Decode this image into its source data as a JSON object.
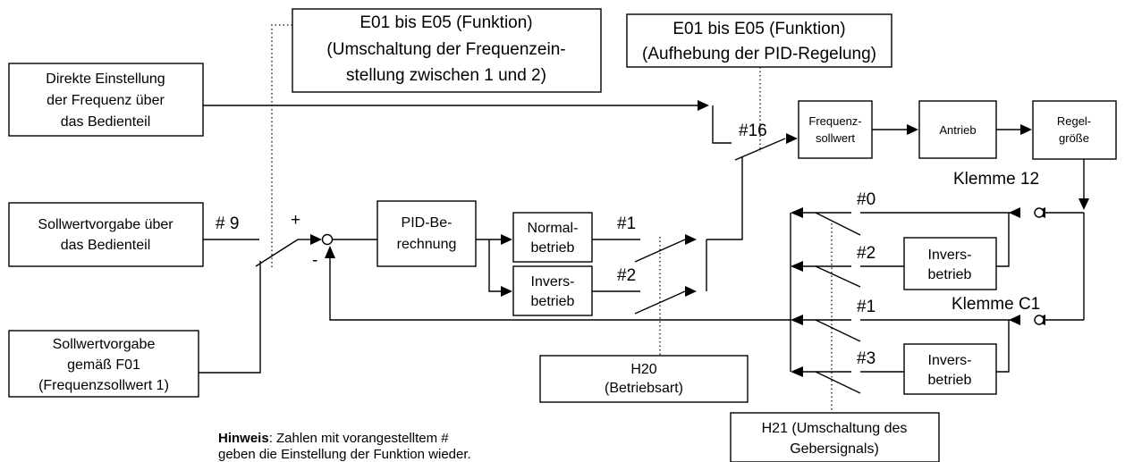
{
  "boxes": {
    "e01_switch_title": "E01 bis E05 (Funktion)",
    "e01_switch_line1": "(Umschaltung der Frequenzein-",
    "e01_switch_line2": "stellung zwischen 1 und 2)",
    "e01_pid_title": "E01 bis E05 (Funktion)",
    "e01_pid_line1": "(Aufhebung der PID-Regelung)",
    "direct_line1": "Direkte Einstellung",
    "direct_line2": "der  Frequenz über",
    "direct_line3": "das Bedienteil",
    "setpoint_line1": "Sollwertvorgabe über",
    "setpoint_line2": "das Bedienteil",
    "f01_line1": "Sollwertvorgabe",
    "f01_line2": "gemäß F01",
    "f01_line3": "(Frequenzsollwert 1)",
    "pid_line1": "PID-Be-",
    "pid_line2": "rechnung",
    "normal_line1": "Normal-",
    "normal_line2": "betrieb",
    "inverse_mode_line1": "Invers-",
    "inverse_mode_line2": "betrieb",
    "freq_line1": "Frequenz-",
    "freq_line2": "sollwert",
    "drive": "Antrieb",
    "controlled_line1": "Regel-",
    "controlled_line2": "größe",
    "inverse_12_line1": "Invers-",
    "inverse_12_line2": "betrieb",
    "inverse_c1_line1": "Invers-",
    "inverse_c1_line2": "betrieb",
    "h20_line1": "H20",
    "h20_line2": "(Betriebsart)",
    "h21_line1": "H21 (Umschaltung des",
    "h21_line2": "Gebersignals)"
  },
  "labels": {
    "hash16": "#16",
    "hash9": "# 9",
    "plus": "+",
    "minus": "-",
    "hash1_top": "#1",
    "hash2_top": "#2",
    "hash0": "#0",
    "hash2_feedback": "#2",
    "hash1_feedback": "#1",
    "hash3": "#3",
    "terminal_12": "Klemme 12",
    "terminal_c1": "Klemme C1"
  },
  "note": {
    "bold": "Hinweis",
    "rest": ": Zahlen mit vorangestelltem #",
    "line2": "geben die Einstellung der Funktion wieder."
  }
}
